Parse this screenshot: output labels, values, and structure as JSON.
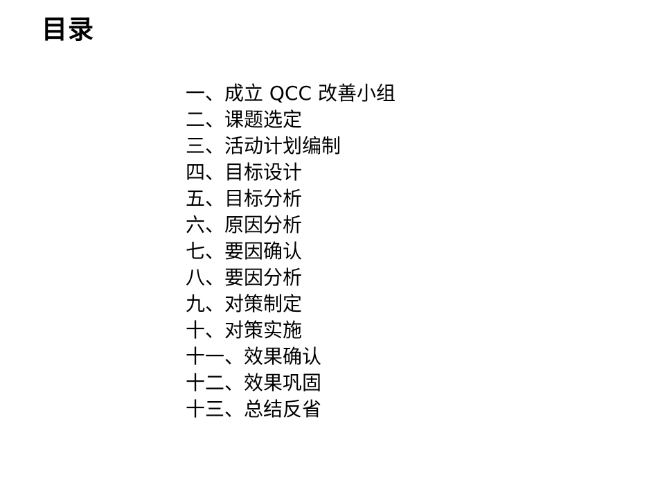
{
  "slide": {
    "title": "目录",
    "toc": [
      "一、成立 QCC 改善小组",
      "二、课题选定",
      "三、活动计划编制",
      "四、目标设计",
      "五、目标分析",
      "六、原因分析",
      "七、要因确认",
      "八、要因分析",
      "九、对策制定",
      "十、对策实施",
      "十一、效果确认",
      "十二、效果巩固",
      "十三、总结反省"
    ]
  }
}
